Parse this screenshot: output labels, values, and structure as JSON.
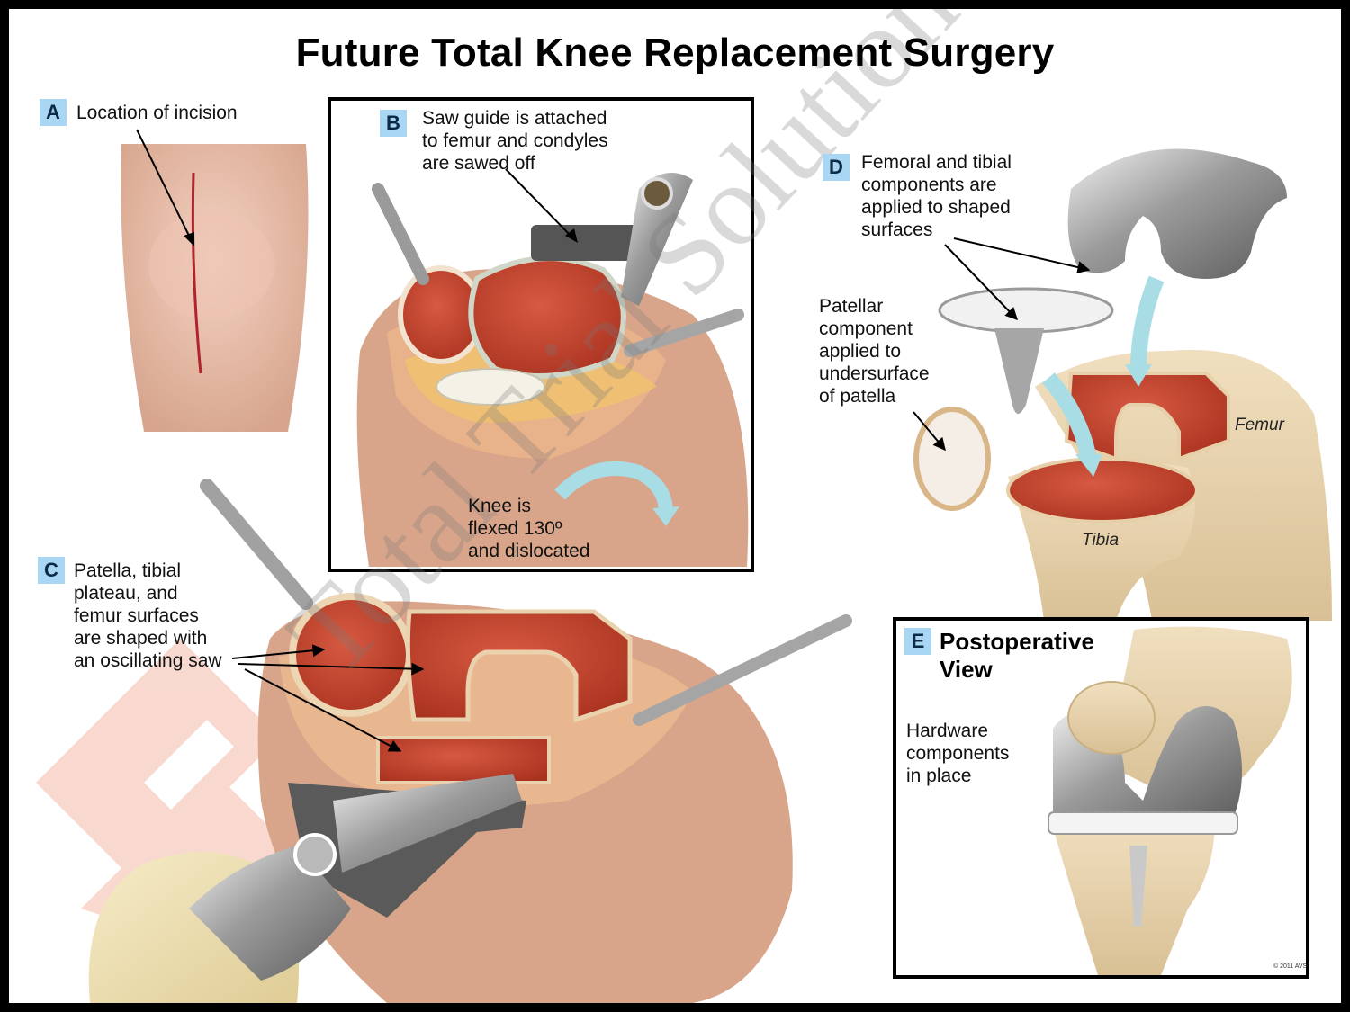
{
  "title": "Future Total Knee Replacement Surgery",
  "panels": {
    "a": {
      "letter": "A",
      "caption": "Location of incision"
    },
    "b": {
      "letter": "B",
      "caption": "Saw guide is attached\nto femur and condyles\nare sawed off",
      "motion_caption": "Knee is\nflexed 130º\nand dislocated"
    },
    "c": {
      "letter": "C",
      "caption": "Patella, tibial\nplateau, and\nfemur surfaces\nare shaped with\nan oscillating saw"
    },
    "d": {
      "letter": "D",
      "caption": "Femoral and tibial\ncomponents are\napplied to shaped\nsurfaces",
      "patellar_caption": "Patellar\ncomponent\napplied to\nundersurface\nof patella",
      "femur_label": "Femur",
      "tibia_label": "Tibia"
    },
    "e": {
      "letter": "E",
      "heading": "Postoperative\nView",
      "caption": "Hardware\ncomponents\nin place",
      "copyright": "© 2011 AVS"
    }
  },
  "watermark": {
    "text": "Total Trial Solutions"
  },
  "colors": {
    "badge": "#a9d6f2",
    "bone_cut": "#c4432f",
    "skin": "#e5b79e",
    "metal": "#9a9a9a",
    "arrow": "#a8dde6",
    "logo": "#f3b9a9"
  }
}
